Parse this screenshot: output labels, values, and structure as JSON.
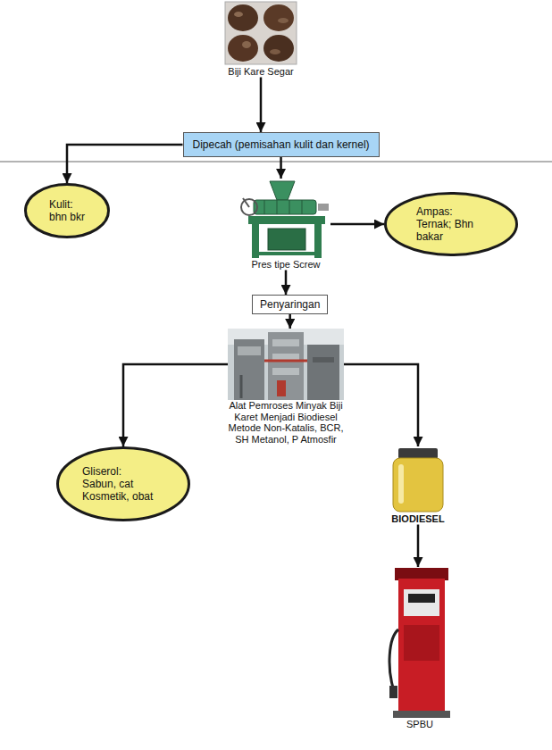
{
  "diagram": {
    "nodes": [
      {
        "text": [
          "Biji Kare Segar"
        ]
      },
      {
        "text": [
          "Dipecah (pemisahan kulit dan kernel)"
        ]
      },
      {
        "text": [
          "Kulit:",
          "bhn bkr"
        ]
      },
      {
        "text": [
          "Pres tipe Screw"
        ]
      },
      {
        "text": [
          "Ampas:",
          "Ternak; Bhn bakar"
        ]
      },
      {
        "text": [
          "Penyaringan"
        ]
      },
      {
        "text": [
          "Alat Pemroses Minyak Biji Karet Menjadi Biodiesel Metode Non-Katalis, BCR, SH Metanol, P Atmosfir"
        ]
      },
      {
        "text": [
          "Gliserol:",
          "Sabun, cat Kosmetik, obat"
        ]
      },
      {
        "text": [
          "BIODIESEL"
        ]
      },
      {
        "text": [
          "SPBU"
        ]
      }
    ],
    "edges": [
      {
        "from": 0,
        "to": 1,
        "arrow": "to"
      },
      {
        "from": 1,
        "to": 2,
        "arrow": "to"
      },
      {
        "from": 1,
        "to": 3,
        "arrow": "to"
      },
      {
        "from": 3,
        "to": 4,
        "arrow": "to"
      },
      {
        "from": 3,
        "to": 5,
        "arrow": "to"
      },
      {
        "from": 5,
        "to": 6,
        "arrow": "to"
      },
      {
        "from": 6,
        "to": 7,
        "arrow": "to"
      },
      {
        "from": 6,
        "to": 8,
        "arrow": "to"
      },
      {
        "from": 8,
        "to": 9,
        "arrow": "to"
      }
    ]
  }
}
